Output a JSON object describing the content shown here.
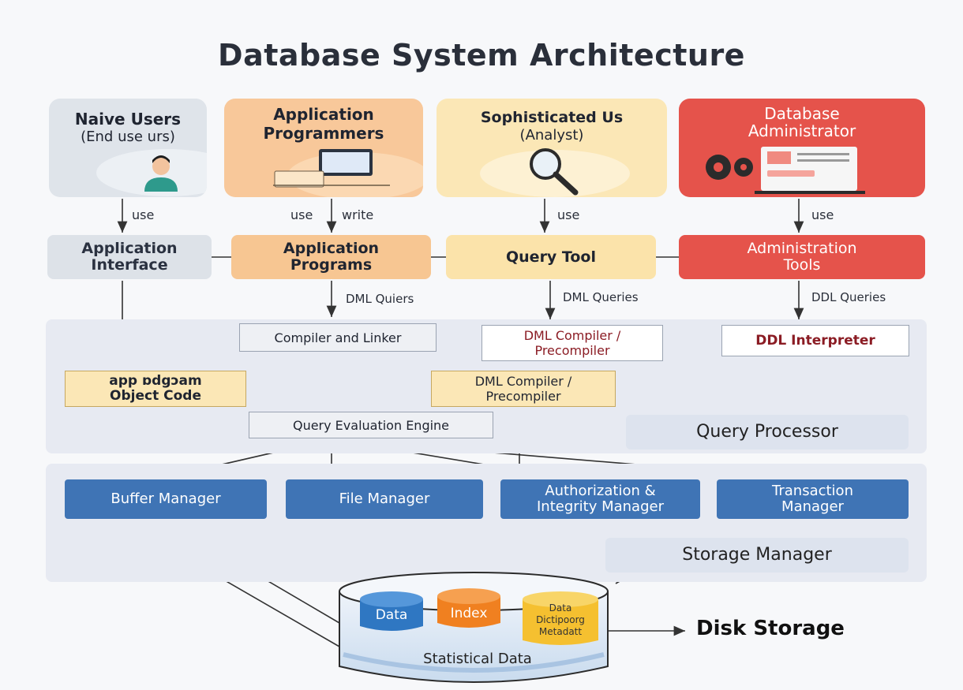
{
  "title": "Database System Architecture",
  "users": {
    "naive": {
      "line1": "Naive Users",
      "line2": "(End use urs)"
    },
    "programmers": {
      "line1": "Application",
      "line2": "Programmers"
    },
    "sophisticated": {
      "line1": "Sophisticated Us",
      "line2": "(Analyst)"
    },
    "dba": {
      "line1": "Database",
      "line2": "Administrator"
    }
  },
  "edges": {
    "use1": "use",
    "use2": "use",
    "write": "write",
    "use3": "use",
    "use4": "use",
    "dml1": "DML Quiers",
    "dml2": "DML Queries",
    "ddl": "DDL Queries"
  },
  "tools": {
    "app_interface": {
      "line1": "Application",
      "line2": "Interface"
    },
    "app_programs": {
      "line1": "Application",
      "line2": "Programs"
    },
    "query_tool": "Query Tool",
    "admin_tools": {
      "line1": "Administration",
      "line2": "Tools"
    }
  },
  "query_processor": {
    "compiler_linker": "Compiler and Linker",
    "dml_compiler_1": {
      "line1": "DML Compiler /",
      "line2": "Precompiler"
    },
    "ddl_interpreter": "DDL Interpreter",
    "object_code": {
      "line1": "app ɒdgɔam",
      "line2": "Object Code"
    },
    "dml_compiler_2": {
      "line1": "DML Compiler /",
      "line2": "Precompiler"
    },
    "query_eval": "Query Evaluation Engine",
    "label": "Query Processor"
  },
  "storage_manager": {
    "buffer": "Buffer Manager",
    "file": "File Manager",
    "auth": {
      "line1": "Authorization &",
      "line2": "Integrity Manager"
    },
    "transaction": {
      "line1": "Transaction",
      "line2": "Manager"
    },
    "label": "Storage Manager"
  },
  "disk": {
    "data": "Data",
    "index": "Index",
    "dict": {
      "line1": "Data",
      "line2": "Dictipoorg",
      "line3": "Metadatt"
    },
    "statistical": "Statistical Data",
    "label": "Disk Storage"
  },
  "colors": {
    "naive": "#dfe4ea",
    "programmers": "#f8c89a",
    "sophisticated": "#fbe7b6",
    "dba": "#e5534b",
    "manager": "#3f74b5",
    "data": "#2f77c2",
    "index": "#f08020",
    "dict": "#f5c030"
  },
  "icons": [
    "person-icon",
    "laptop-icon",
    "magnifier-icon",
    "gears-icon"
  ]
}
